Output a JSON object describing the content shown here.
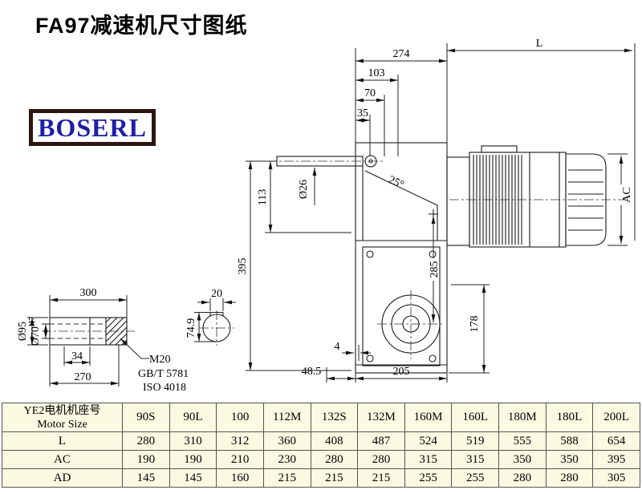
{
  "page": {
    "title": "FA97减速机尺寸图纸",
    "logo_text": "BOSERL"
  },
  "dims": {
    "d274": "274",
    "dL": "L",
    "d103": "103",
    "d70": "70",
    "d35": "35",
    "a25": "25°",
    "d395": "395",
    "d113": "113",
    "d26": "Ø26",
    "d285": "285",
    "dAC": "AC",
    "d178": "178",
    "d4": "4",
    "d48_5": "48.5",
    "d205": "205"
  },
  "shaft_detail": {
    "len_300": "300",
    "key_20": "20",
    "dia_95": "Ø95",
    "dia_70": "Ø70",
    "dia_70_tol": "H7",
    "len_34": "34",
    "len_270": "270",
    "thread": "M20",
    "std1": "GB/T 5781",
    "std2": "ISO 4018",
    "key_depth": "74.9"
  },
  "table": {
    "header_cn": "YE2电机机座号",
    "header_en": "Motor Size",
    "columns": [
      "90S",
      "90L",
      "100",
      "112M",
      "132S",
      "132M",
      "160M",
      "160L",
      "180M",
      "180L",
      "200L"
    ],
    "rows": [
      {
        "label": "L",
        "values": [
          "280",
          "310",
          "312",
          "360",
          "408",
          "487",
          "524",
          "519",
          "555",
          "588",
          "654"
        ]
      },
      {
        "label": "AC",
        "values": [
          "190",
          "190",
          "210",
          "230",
          "280",
          "280",
          "315",
          "315",
          "350",
          "350",
          "395"
        ]
      },
      {
        "label": "AD",
        "values": [
          "145",
          "145",
          "160",
          "215",
          "215",
          "215",
          "255",
          "255",
          "280",
          "280",
          "305"
        ]
      }
    ]
  },
  "colors": {
    "logo_text": "#1e1ea8",
    "logo_border": "#2b1512",
    "table_bg": "#fafae2",
    "line": "#1a1a1a"
  }
}
